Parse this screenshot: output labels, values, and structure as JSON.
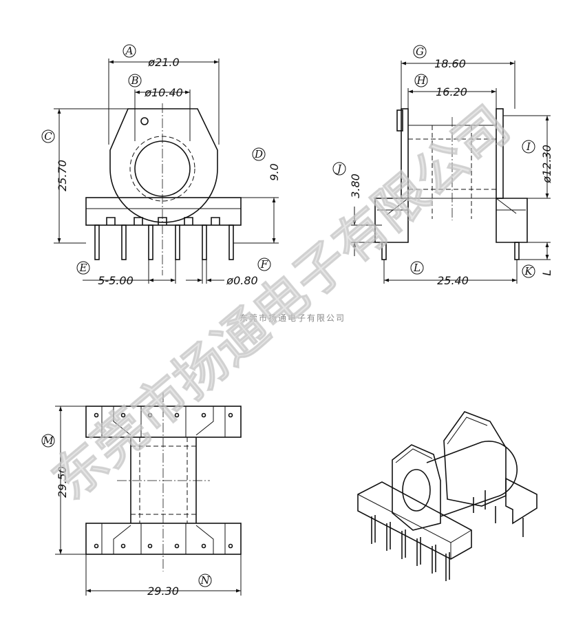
{
  "watermark": "东莞市扬通电子有限公司",
  "company_caption": "东莞市扬通电子有限公司",
  "dimensions": {
    "A": "ø21.0",
    "B": "ø10.40",
    "C": "25.70",
    "D": "9.0",
    "E": "5-5.00",
    "F": "ø0.80",
    "G": "18.60",
    "H": "16.20",
    "I": "ø12.30",
    "J": "3.80",
    "K": "L",
    "L": "25.40",
    "M": "29.50",
    "N": "29.30"
  },
  "labels": [
    "A",
    "B",
    "C",
    "D",
    "E",
    "F",
    "G",
    "H",
    "I",
    "J",
    "K",
    "L",
    "M",
    "N"
  ]
}
